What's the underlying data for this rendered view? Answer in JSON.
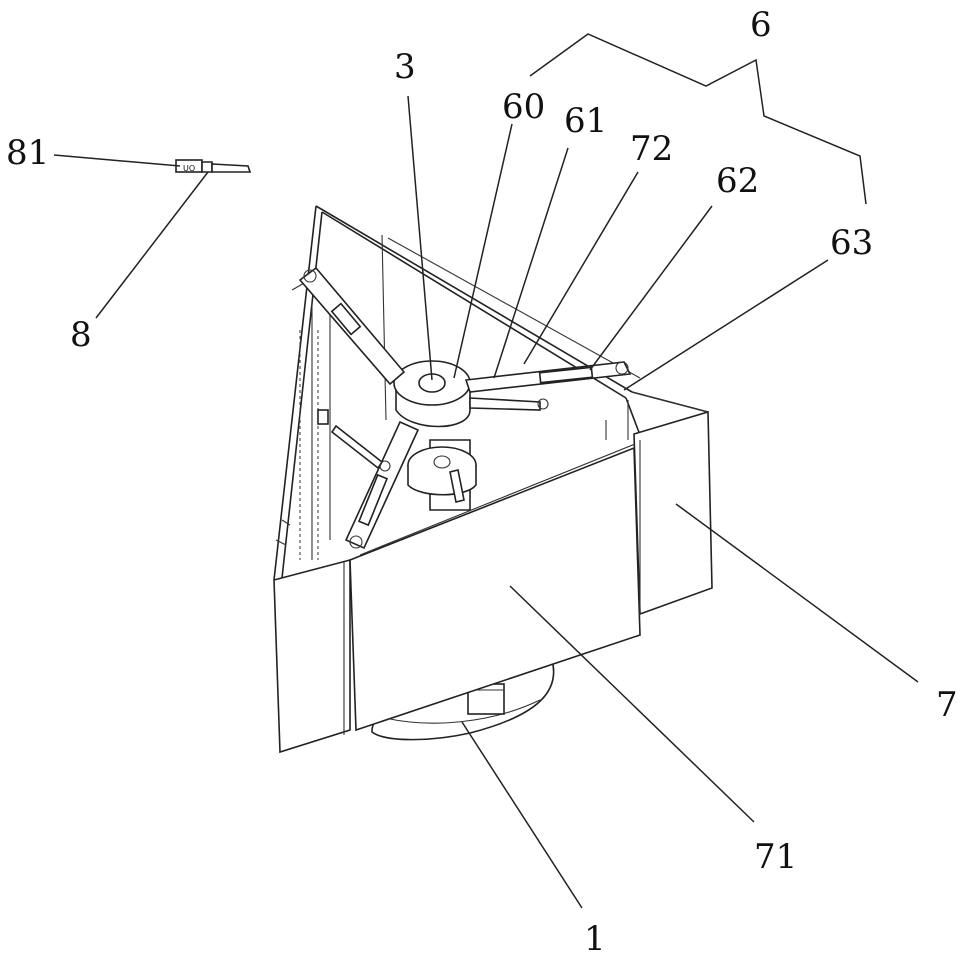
{
  "figure": {
    "labels": {
      "l1": "1",
      "l3": "3",
      "l6": "6",
      "l7": "7",
      "l8": "8",
      "l60": "60",
      "l61": "61",
      "l62": "62",
      "l63": "63",
      "l71": "71",
      "l72": "72",
      "l81": "81"
    },
    "pen_marking": "UO"
  }
}
